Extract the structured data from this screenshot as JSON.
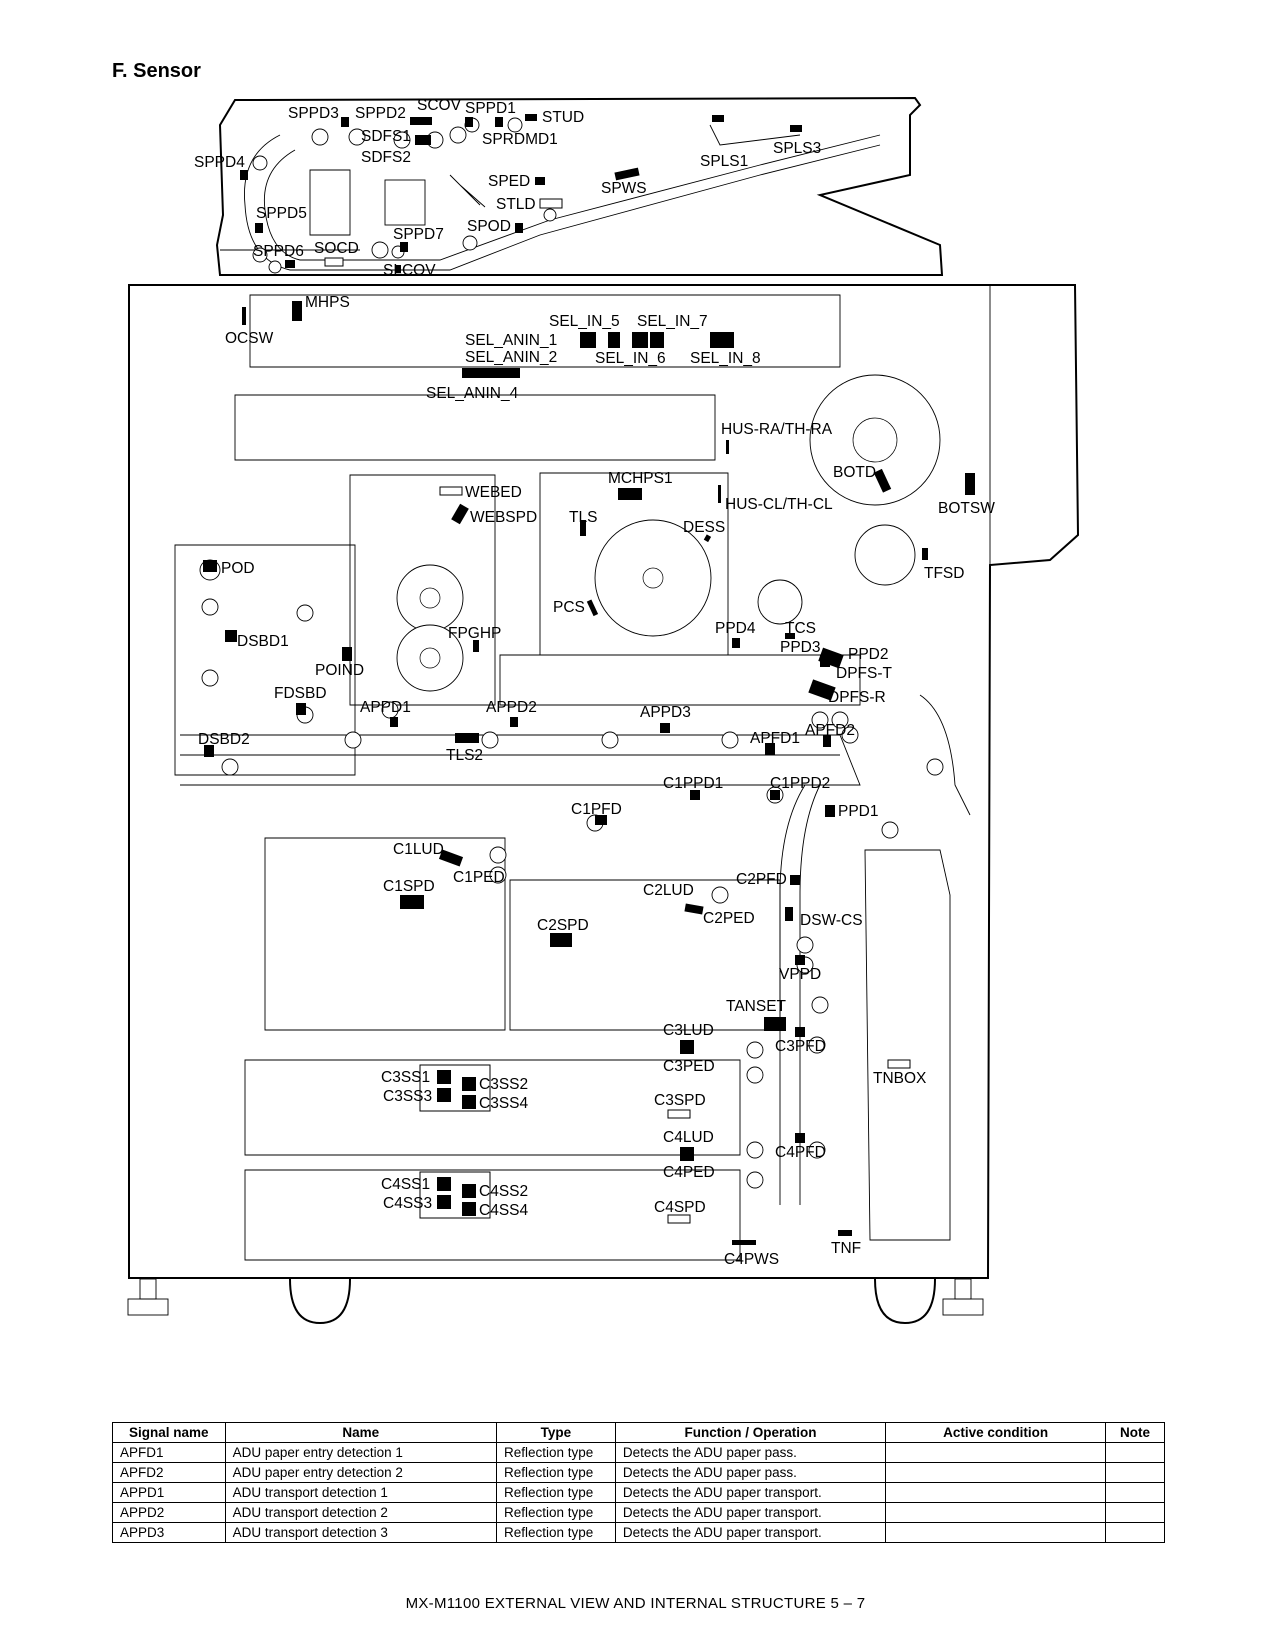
{
  "section": {
    "title": "F.  Sensor"
  },
  "labels": {
    "SPPD3": "SPPD3",
    "SPPD2": "SPPD2",
    "SCOV": "SCOV",
    "SPPD1": "SPPD1",
    "STUD": "STUD",
    "SDFS1": "SDFS1",
    "SPRDMD1": "SPRDMD1",
    "SDFS2": "SDFS2",
    "SPPD4": "SPPD4",
    "SPLS1": "SPLS1",
    "SPLS3": "SPLS3",
    "SPED": "SPED",
    "SPWS": "SPWS",
    "STLD": "STLD",
    "SPPD5": "SPPD5",
    "SPOD": "SPOD",
    "SPPD7": "SPPD7",
    "SPPD6": "SPPD6",
    "SOCD": "SOCD",
    "SLCOV": "SLCOV",
    "MHPS": "MHPS",
    "OCSW": "OCSW",
    "SEL_IN_5": "SEL_IN_5",
    "SEL_IN_7": "SEL_IN_7",
    "SEL_ANIN_1": "SEL_ANIN_1",
    "SEL_ANIN_2": "SEL_ANIN_2",
    "SEL_IN_6": "SEL_IN_6",
    "SEL_IN_8": "SEL_IN_8",
    "SEL_ANIN_4": "SEL_ANIN_4",
    "HUS_RA": "HUS-RA/TH-RA",
    "BOTD": "BOTD",
    "BOTSW": "BOTSW",
    "MCHPS1": "MCHPS1",
    "WEBED": "WEBED",
    "WEBSPD": "WEBSPD",
    "TLS": "TLS",
    "HUS_CL": "HUS-CL/TH-CL",
    "DESS": "DESS",
    "TFSD": "TFSD",
    "POD": "POD",
    "PCS": "PCS",
    "FPGHP": "FPGHP",
    "DSBD1": "DSBD1",
    "PPD4": "PPD4",
    "TCS": "TCS",
    "PPD3": "PPD3",
    "PPD2": "PPD2",
    "POIND": "POIND",
    "DPFS_T": "DPFS-T",
    "FDSBD": "FDSBD",
    "DPFS_R": "DPFS-R",
    "APPD1": "APPD1",
    "APPD2": "APPD2",
    "APPD3": "APPD3",
    "APFD2": "APFD2",
    "APFD1": "APFD1",
    "DSBD2": "DSBD2",
    "TLS2": "TLS2",
    "C1PPD1": "C1PPD1",
    "C1PPD2": "C1PPD2",
    "C1PFD": "C1PFD",
    "PPD1": "PPD1",
    "C1LUD": "C1LUD",
    "C1PED": "C1PED",
    "C1SPD": "C1SPD",
    "C2PFD": "C2PFD",
    "C2LUD": "C2LUD",
    "C2PED": "C2PED",
    "DSW_CS": "DSW-CS",
    "C2SPD": "C2SPD",
    "VPPD": "VPPD",
    "TANSET": "TANSET",
    "C3LUD": "C3LUD",
    "C3PFD": "C3PFD",
    "C3PED": "C3PED",
    "TNBOX": "TNBOX",
    "C3SS1": "C3SS1",
    "C3SS2": "C3SS2",
    "C3SS3": "C3SS3",
    "C3SS4": "C3SS4",
    "C3SPD": "C3SPD",
    "C4LUD": "C4LUD",
    "C4PFD": "C4PFD",
    "C4PED": "C4PED",
    "C4SS1": "C4SS1",
    "C4SS2": "C4SS2",
    "C4SS3": "C4SS3",
    "C4SS4": "C4SS4",
    "C4SPD": "C4SPD",
    "TNF": "TNF",
    "C4PWS": "C4PWS"
  },
  "table": {
    "headers": [
      "Signal name",
      "Name",
      "Type",
      "Function / Operation",
      "Active condition",
      "Note"
    ],
    "rows": [
      [
        "APFD1",
        "ADU paper entry detection 1",
        "Reflection type",
        "Detects the ADU paper pass.",
        "",
        ""
      ],
      [
        "APFD2",
        "ADU paper entry detection 2",
        "Reflection type",
        "Detects the ADU paper pass.",
        "",
        ""
      ],
      [
        "APPD1",
        "ADU transport detection 1",
        "Reflection type",
        "Detects the ADU paper transport.",
        "",
        ""
      ],
      [
        "APPD2",
        "ADU transport detection 2",
        "Reflection type",
        "Detects the ADU paper transport.",
        "",
        ""
      ],
      [
        "APPD3",
        "ADU transport detection 3",
        "Reflection type",
        "Detects the ADU paper transport.",
        "",
        ""
      ]
    ]
  },
  "footer": {
    "text": "MX-M1100  EXTERNAL VIEW AND INTERNAL STRUCTURE  5 – 7"
  }
}
